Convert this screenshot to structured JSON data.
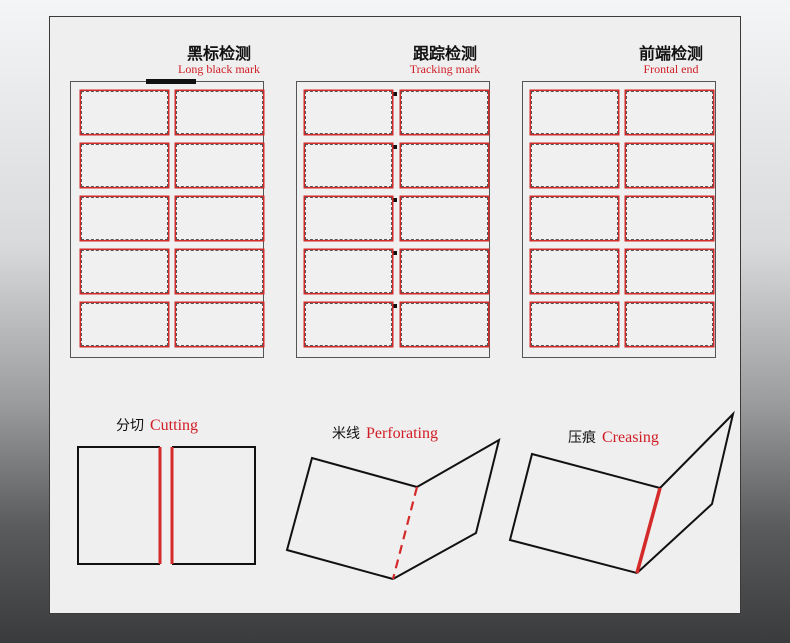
{
  "sheets": [
    {
      "title": "黑标检测",
      "subtitle": "Long black mark"
    },
    {
      "title": "跟踪检测",
      "subtitle": "Tracking mark"
    },
    {
      "title": "前端检测",
      "subtitle": "Frontal end"
    }
  ],
  "processes": [
    {
      "cn": "分切",
      "en": "Cutting"
    },
    {
      "cn": "米线",
      "en": "Perforating"
    },
    {
      "cn": "压痕",
      "en": "Creasing"
    }
  ],
  "colors": {
    "accent_red": "#d01c24",
    "line": "#111111",
    "panel": "#efefef"
  }
}
